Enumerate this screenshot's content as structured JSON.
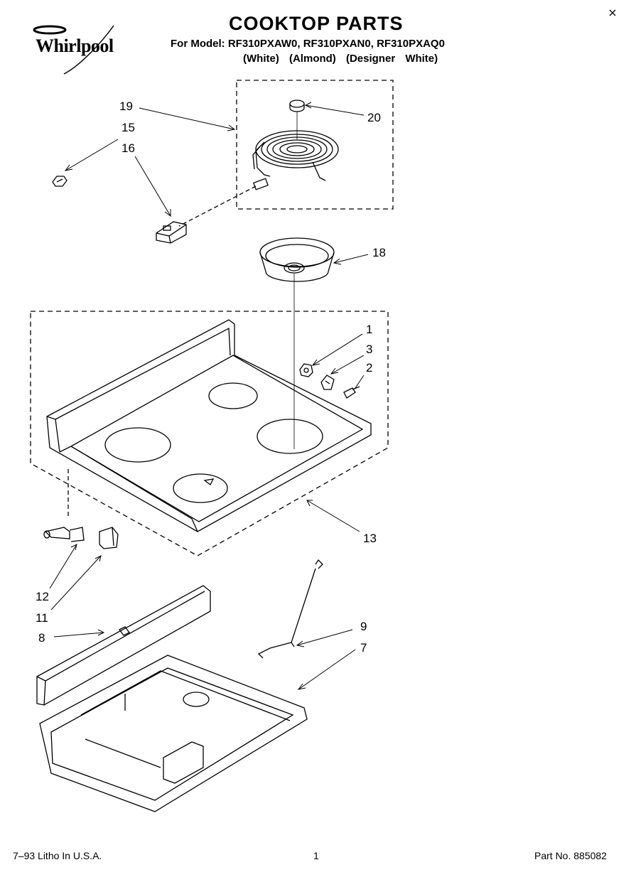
{
  "brand": {
    "name": "Whirlpool"
  },
  "header": {
    "title": "COOKTOP PARTS",
    "model_line": "For Model: RF310PXAW0, RF310PXAN0, RF310PXAQ0",
    "finish_line": "(White)   (Almond)  (Designer White)"
  },
  "callouts": {
    "c19": "19",
    "c15": "15",
    "c16": "16",
    "c20": "20",
    "c18": "18",
    "c1": "1",
    "c3": "3",
    "c2": "2",
    "c13": "13",
    "c12": "12",
    "c11": "11",
    "c8": "8",
    "c9": "9",
    "c7": "7"
  },
  "footer": {
    "left": "7–93 Litho In U.S.A.",
    "page": "1",
    "part_no": "Part No. 885082"
  }
}
